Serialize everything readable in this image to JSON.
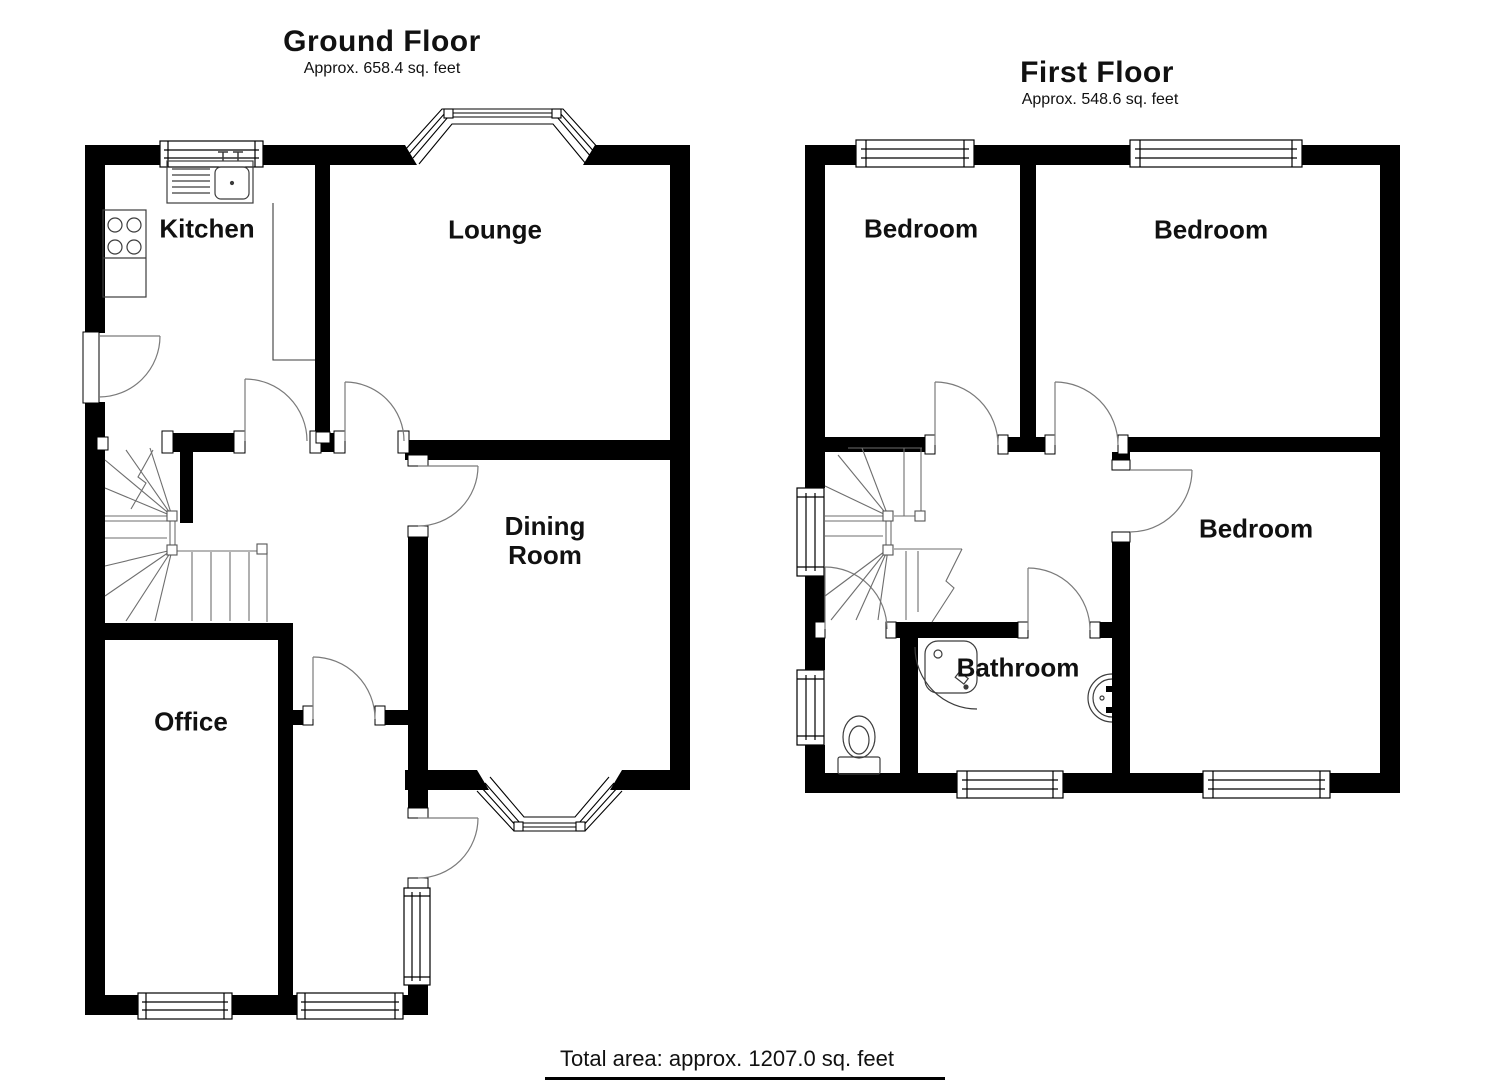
{
  "ground_floor": {
    "title": "Ground Floor",
    "area": "Approx. 658.4 sq. feet",
    "rooms": {
      "kitchen": "Kitchen",
      "lounge": "Lounge",
      "dining": "Dining Room",
      "office": "Office"
    }
  },
  "first_floor": {
    "title": "First Floor",
    "area": "Approx. 548.6 sq. feet",
    "rooms": {
      "bedroom_front_left": "Bedroom",
      "bedroom_front_right": "Bedroom",
      "bedroom_rear": "Bedroom",
      "bathroom": "Bathroom"
    }
  },
  "footer": {
    "total_area": "Total area: approx. 1207.0 sq. feet"
  },
  "colors": {
    "wall": "#000000",
    "window_line": "#000000",
    "door_line": "#7a7a7a",
    "stair_line": "#6e6e6e",
    "fixture_line": "#3c3c3c",
    "text": "#111111",
    "background": "#ffffff"
  },
  "icons": [
    "kitchen-sink",
    "hob",
    "stairs",
    "door-swing",
    "window",
    "bay-window",
    "toilet",
    "corner-shower",
    "wash-basin"
  ]
}
